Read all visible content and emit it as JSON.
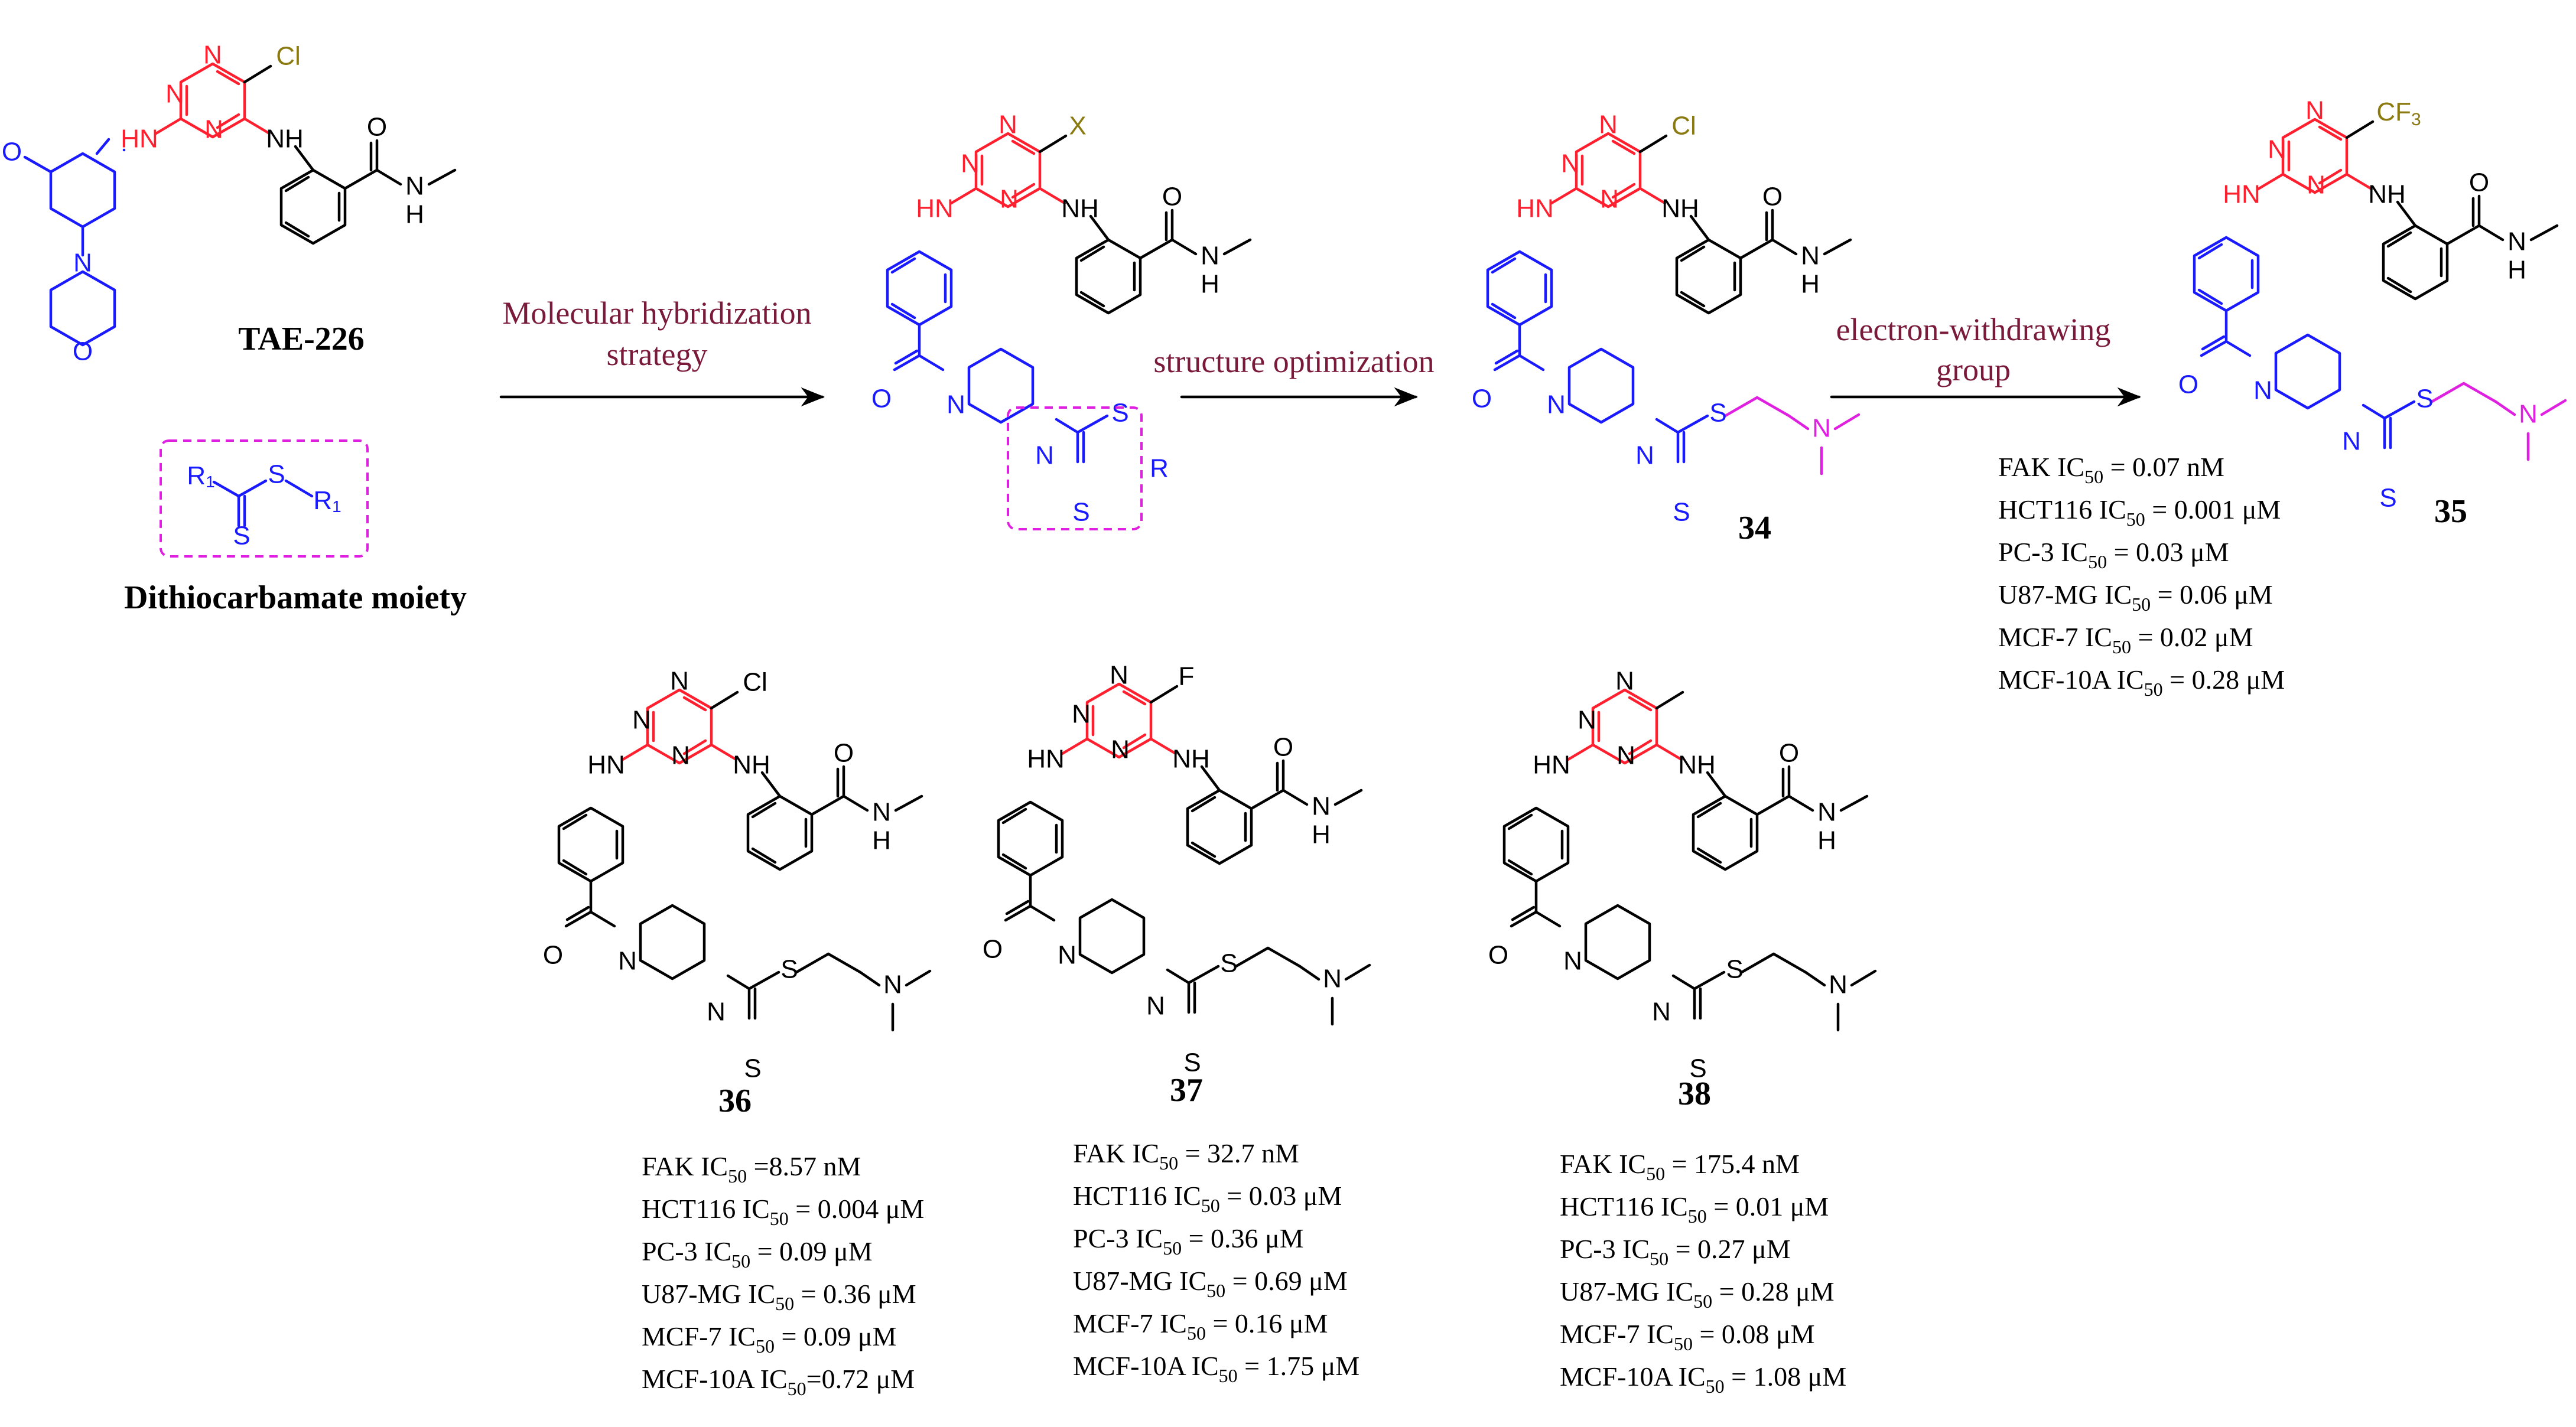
{
  "colors": {
    "hinge_binder": "#ff1f2e",
    "benzamide": "#000000",
    "solvent_region": "#1a1aff",
    "dithiocarbamate_box": "#e020e0",
    "substituent": "#8a7a10",
    "amine_tail": "#e020e0",
    "arrow_label": "#7a1a3a"
  },
  "compounds": {
    "tae226": {
      "name": "TAE-226",
      "cl": "Cl",
      "o": "O",
      "n": "N"
    },
    "moiety": {
      "name": "Dithiocarbamate moiety",
      "r1a": "R",
      "r1b": "R",
      "sub": "1",
      "s1": "S",
      "s2": "S"
    },
    "hybrid": {
      "x": "X",
      "r": "R"
    },
    "c34": {
      "name": "34",
      "cl": "Cl"
    },
    "c35": {
      "name": "35",
      "cf3": "CF",
      "cf3_sub": "3"
    },
    "c36": {
      "name": "36",
      "sub": "Cl"
    },
    "c37": {
      "name": "37",
      "sub": "F"
    },
    "c38": {
      "name": "38",
      "sub": ""
    }
  },
  "atoms": {
    "N": "N",
    "HN": "HN",
    "NH": "NH",
    "O": "O",
    "H": "H",
    "S": "S",
    "Cl": "Cl"
  },
  "arrows": [
    {
      "line1": "Molecular hybridization",
      "line2": "strategy"
    },
    {
      "line1": "structure optimization",
      "line2": ""
    },
    {
      "line1": "electron-withdrawing",
      "line2": "group"
    }
  ],
  "activities": {
    "c35": [
      {
        "pre": "FAK IC",
        "sub": "50",
        "post": " = 0.07 nM"
      },
      {
        "pre": "HCT116 IC",
        "sub": "50",
        "post": " = 0.001 μM"
      },
      {
        "pre": "PC-3 IC",
        "sub": "50",
        "post": " = 0.03 μM"
      },
      {
        "pre": "U87-MG IC",
        "sub": "50",
        "post": " = 0.06 μM"
      },
      {
        "pre": "MCF-7 IC",
        "sub": "50",
        "post": " = 0.02 μM"
      },
      {
        "pre": "MCF-10A IC",
        "sub": "50",
        "post": " = 0.28 μM"
      }
    ],
    "c36": [
      {
        "pre": "FAK IC",
        "sub": "50",
        "post": " =8.57 nM"
      },
      {
        "pre": "HCT116 IC",
        "sub": "50",
        "post": " = 0.004 μM"
      },
      {
        "pre": "PC-3 IC",
        "sub": "50",
        "post": " = 0.09 μM"
      },
      {
        "pre": "U87-MG IC",
        "sub": "50",
        "post": " = 0.36 μM"
      },
      {
        "pre": "MCF-7 IC",
        "sub": "50",
        "post": " = 0.09 μM"
      },
      {
        "pre": "MCF-10A IC",
        "sub": "50",
        "post": "=0.72 μM"
      }
    ],
    "c37": [
      {
        "pre": "FAK IC",
        "sub": "50",
        "post": " = 32.7 nM"
      },
      {
        "pre": "HCT116 IC",
        "sub": "50",
        "post": " = 0.03 μM"
      },
      {
        "pre": "PC-3 IC",
        "sub": "50",
        "post": " = 0.36 μM"
      },
      {
        "pre": "U87-MG IC",
        "sub": "50",
        "post": " = 0.69 μM"
      },
      {
        "pre": "MCF-7 IC",
        "sub": "50",
        "post": " = 0.16 μM"
      },
      {
        "pre": "MCF-10A IC",
        "sub": "50",
        "post": " = 1.75 μM"
      }
    ],
    "c38": [
      {
        "pre": "FAK IC",
        "sub": "50",
        "post": " = 175.4 nM"
      },
      {
        "pre": "HCT116 IC",
        "sub": "50",
        "post": " = 0.01 μM"
      },
      {
        "pre": "PC-3 IC",
        "sub": "50",
        "post": " = 0.27 μM"
      },
      {
        "pre": "U87-MG IC",
        "sub": "50",
        "post": " = 0.28 μM"
      },
      {
        "pre": "MCF-7 IC",
        "sub": "50",
        "post": " = 0.08 μM"
      },
      {
        "pre": "MCF-10A IC",
        "sub": "50",
        "post": " = 1.08 μM"
      }
    ]
  }
}
